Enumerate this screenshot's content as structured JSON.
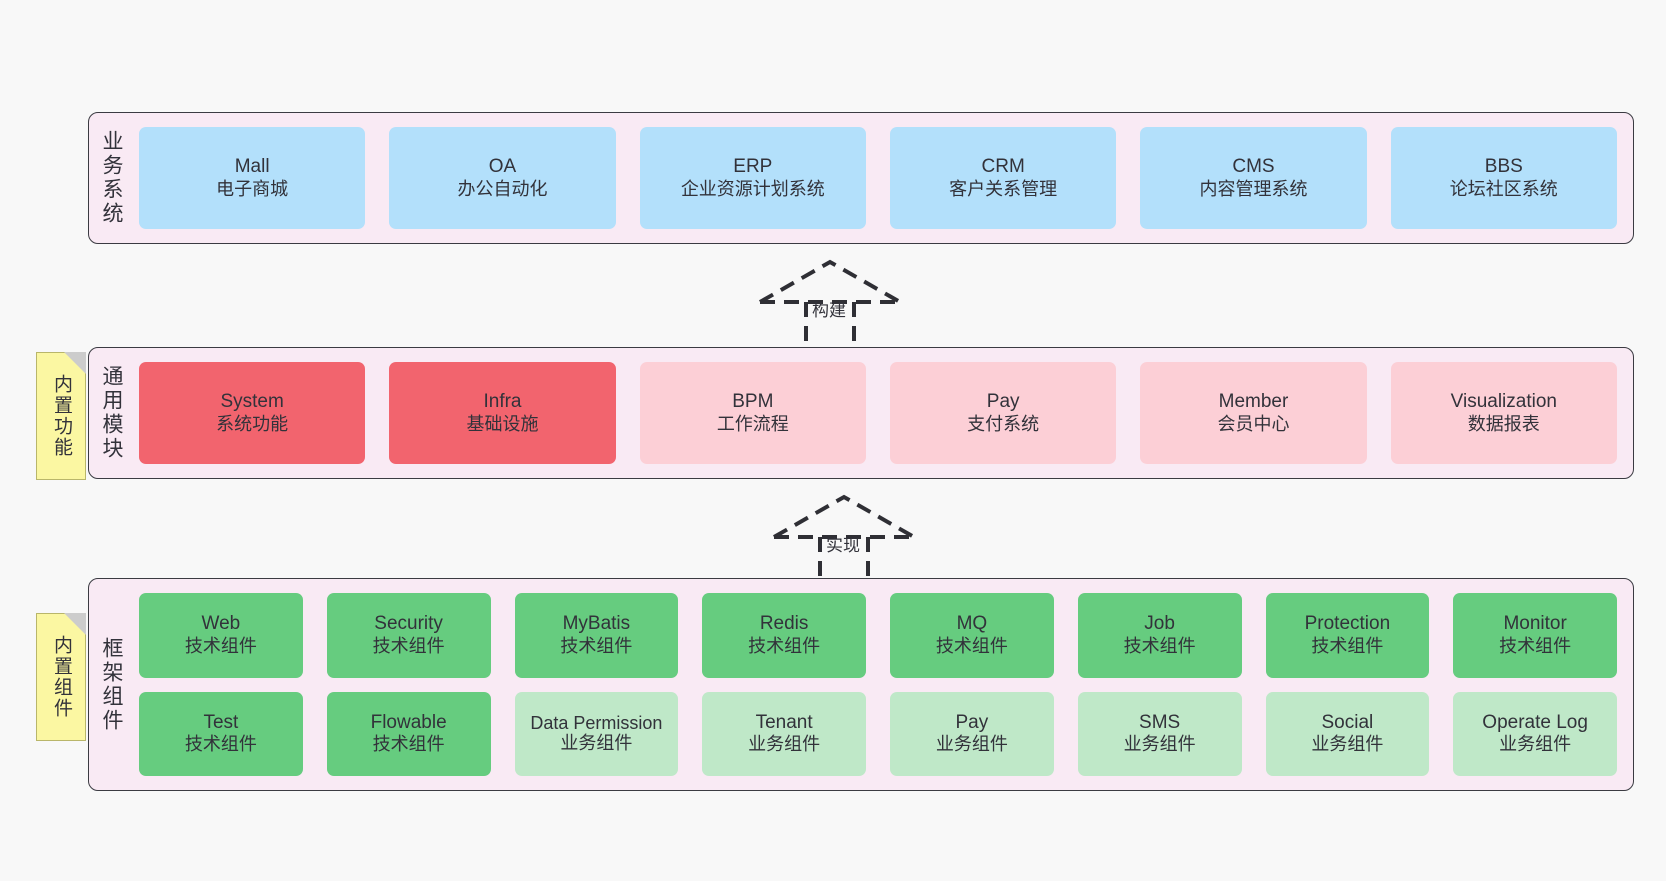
{
  "diagram": {
    "background_color": "#f8f8f8",
    "panel_color": "#f9eaf4",
    "panel_border_color": "#3b3b42"
  },
  "layers": [
    {
      "id": "business",
      "title": "业务系统",
      "rows": [
        [
          {
            "en": "Mall",
            "cn": "电子商城",
            "color": "#b3e0fb",
            "style": "blue"
          },
          {
            "en": "OA",
            "cn": "办公自动化",
            "color": "#b3e0fb",
            "style": "blue"
          },
          {
            "en": "ERP",
            "cn": "企业资源计划系统",
            "color": "#b3e0fb",
            "style": "blue"
          },
          {
            "en": "CRM",
            "cn": "客户关系管理",
            "color": "#b3e0fb",
            "style": "blue"
          },
          {
            "en": "CMS",
            "cn": "内容管理系统",
            "color": "#b3e0fb",
            "style": "blue"
          },
          {
            "en": "BBS",
            "cn": "论坛社区系统",
            "color": "#b3e0fb",
            "style": "blue"
          }
        ]
      ]
    },
    {
      "id": "common-module",
      "title": "通用模块",
      "sticky": "内置功能",
      "rows": [
        [
          {
            "en": "System",
            "cn": "系统功能",
            "color": "#f2646e",
            "style": "red"
          },
          {
            "en": "Infra",
            "cn": "基础设施",
            "color": "#f2646e",
            "style": "red"
          },
          {
            "en": "BPM",
            "cn": "工作流程",
            "color": "#fccfd6",
            "style": "pink"
          },
          {
            "en": "Pay",
            "cn": "支付系统",
            "color": "#fccfd6",
            "style": "pink"
          },
          {
            "en": "Member",
            "cn": "会员中心",
            "color": "#fccfd6",
            "style": "pink"
          },
          {
            "en": "Visualization",
            "cn": "数据报表",
            "color": "#fccfd6",
            "style": "pink"
          }
        ]
      ]
    },
    {
      "id": "framework",
      "title": "框架组件",
      "sticky": "内置组件",
      "rows": [
        [
          {
            "en": "Web",
            "cn": "技术组件",
            "color": "#66cc7f",
            "style": "green"
          },
          {
            "en": "Security",
            "cn": "技术组件",
            "color": "#66cc7f",
            "style": "green"
          },
          {
            "en": "MyBatis",
            "cn": "技术组件",
            "color": "#66cc7f",
            "style": "green"
          },
          {
            "en": "Redis",
            "cn": "技术组件",
            "color": "#66cc7f",
            "style": "green"
          },
          {
            "en": "MQ",
            "cn": "技术组件",
            "color": "#66cc7f",
            "style": "green"
          },
          {
            "en": "Job",
            "cn": "技术组件",
            "color": "#66cc7f",
            "style": "green"
          },
          {
            "en": "Protection",
            "cn": "技术组件",
            "color": "#66cc7f",
            "style": "green"
          },
          {
            "en": "Monitor",
            "cn": "技术组件",
            "color": "#66cc7f",
            "style": "green"
          }
        ],
        [
          {
            "en": "Test",
            "cn": "技术组件",
            "color": "#66cc7f",
            "style": "green"
          },
          {
            "en": "Flowable",
            "cn": "技术组件",
            "color": "#66cc7f",
            "style": "green"
          },
          {
            "en": "Data Permission",
            "cn": "业务组件",
            "color": "#bfe8c8",
            "style": "lgreen",
            "three": true
          },
          {
            "en": "Tenant",
            "cn": "业务组件",
            "color": "#bfe8c8",
            "style": "lgreen"
          },
          {
            "en": "Pay",
            "cn": "业务组件",
            "color": "#bfe8c8",
            "style": "lgreen"
          },
          {
            "en": "SMS",
            "cn": "业务组件",
            "color": "#bfe8c8",
            "style": "lgreen"
          },
          {
            "en": "Social",
            "cn": "业务组件",
            "color": "#bfe8c8",
            "style": "lgreen"
          },
          {
            "en": "Operate Log",
            "cn": "业务组件",
            "color": "#bfe8c8",
            "style": "lgreen"
          }
        ]
      ]
    }
  ],
  "connectors": [
    {
      "id": "build",
      "label": "构建"
    },
    {
      "id": "implement",
      "label": "实现"
    }
  ]
}
